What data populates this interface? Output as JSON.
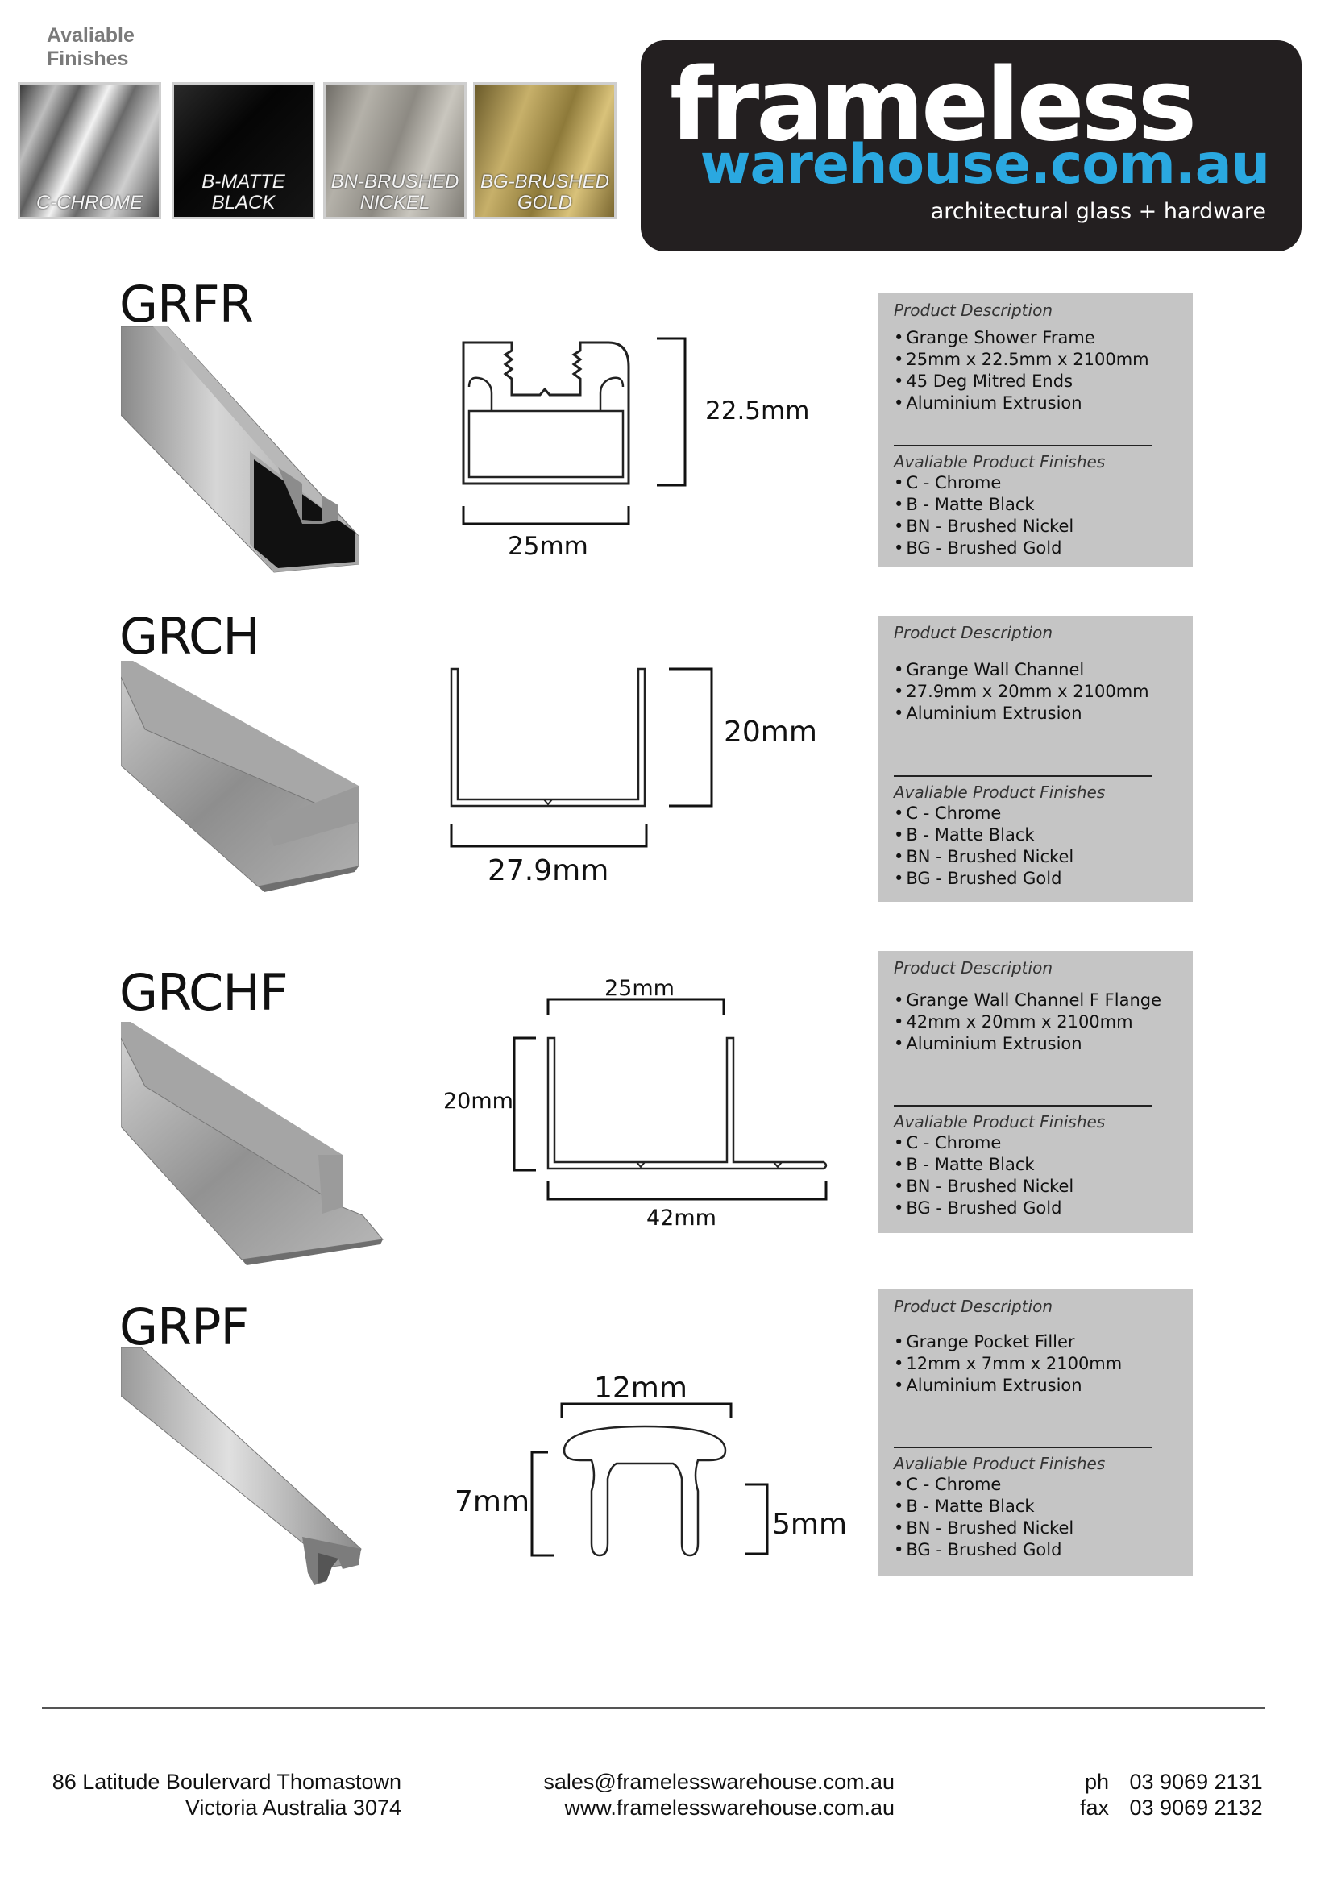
{
  "finishes_header": {
    "line1": "Avaliable",
    "line2": "Finishes"
  },
  "swatches": [
    {
      "line1": "C-CHROME",
      "line2": ""
    },
    {
      "line1": "B-MATTE",
      "line2": "BLACK"
    },
    {
      "line1": "BN-BRUSHED",
      "line2": "NICKEL"
    },
    {
      "line1": "BG-BRUSHED",
      "line2": "GOLD"
    }
  ],
  "logo": {
    "line1": "frameless",
    "line2": "warehouse.com.au",
    "tagline": "architectural glass + hardware",
    "accent_color": "#2aa8e0",
    "background_color": "#231f20"
  },
  "products": [
    {
      "code": "GRFR",
      "dims": {
        "height": "22.5mm",
        "width": "25mm"
      },
      "description_header": "Product Description",
      "description": [
        "Grange Shower Frame",
        "25mm x 22.5mm x 2100mm",
        "45 Deg Mitred Ends",
        "Aluminium Extrusion"
      ],
      "finishes_header": "Avaliable Product Finishes",
      "finishes": [
        "C - Chrome",
        "B - Matte Black",
        "BN - Brushed Nickel",
        "BG - Brushed Gold"
      ]
    },
    {
      "code": "GRCH",
      "dims": {
        "height": "20mm",
        "width": "27.9mm"
      },
      "description_header": "Product Description",
      "description": [
        "Grange Wall Channel",
        "27.9mm x 20mm x 2100mm",
        "Aluminium Extrusion"
      ],
      "finishes_header": "Avaliable Product Finishes",
      "finishes": [
        "C - Chrome",
        "B - Matte Black",
        "BN - Brushed Nickel",
        "BG - Brushed Gold"
      ]
    },
    {
      "code": "GRCHF",
      "dims": {
        "top": "25mm",
        "height": "20mm",
        "width": "42mm"
      },
      "description_header": "Product Description",
      "description": [
        "Grange Wall Channel F Flange",
        "42mm x 20mm x 2100mm",
        "Aluminium Extrusion"
      ],
      "finishes_header": "Avaliable Product Finishes",
      "finishes": [
        "C - Chrome",
        "B - Matte Black",
        "BN - Brushed Nickel",
        "BG - Brushed Gold"
      ]
    },
    {
      "code": "GRPF",
      "dims": {
        "width": "12mm",
        "height": "7mm",
        "leg": "5mm"
      },
      "description_header": "Product Description",
      "description": [
        "Grange Pocket Filler",
        "12mm x 7mm x 2100mm",
        "Aluminium Extrusion"
      ],
      "finishes_header": "Avaliable Product Finishes",
      "finishes": [
        "C - Chrome",
        "B - Matte Black",
        "BN - Brushed Nickel",
        "BG - Brushed Gold"
      ]
    }
  ],
  "footer": {
    "address1": "86 Latitude Boulervard Thomastown",
    "address2": "Victoria Australia 3074",
    "email": "sales@framelesswarehouse.com.au",
    "website": "www.framelesswarehouse.com.au",
    "ph_label": "ph",
    "ph": "03 9069 2131",
    "fax_label": "fax",
    "fax": "03 9069 2132"
  }
}
